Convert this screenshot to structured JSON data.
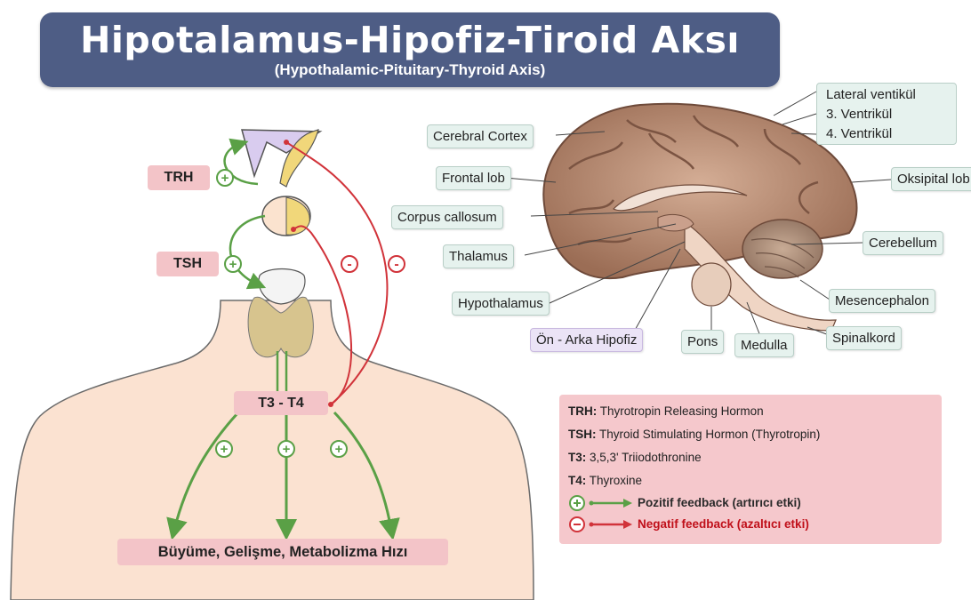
{
  "title": {
    "main": "Hipotalamus-Hipofiz-Tiroid Aksı",
    "sub": "(Hypothalamic-Pituitary-Thyroid Axis)"
  },
  "axis": {
    "trh": "TRH",
    "tsh": "TSH",
    "t3t4": "T3 - T4",
    "outcome": "Büyüme, Gelişme, Metabolizma Hızı",
    "plus_sign": "+",
    "minus_sign": "-"
  },
  "brain_labels": {
    "lateral_ventricle": "Lateral ventikül",
    "third_ventricle": "3. Ventrikül",
    "fourth_ventricle": "4. Ventrikül",
    "cerebral_cortex": "Cerebral Cortex",
    "frontal_lobe": "Frontal lob",
    "occipital_lobe": "Oksipital lob",
    "corpus_callosum": "Corpus callosum",
    "thalamus": "Thalamus",
    "cerebellum": "Cerebellum",
    "hypothalamus": "Hypothalamus",
    "mesencephalon": "Mesencephalon",
    "pituitary": "Ön - Arka Hipofiz",
    "pons": "Pons",
    "medulla": "Medulla",
    "spinal_cord": "Spinalkord"
  },
  "legend": {
    "trh_key": "TRH:",
    "trh_text": "Thyrotropin Releasing Hormon",
    "tsh_key": "TSH:",
    "tsh_text": "Thyroid Stimulating Hormon (Thyrotropin)",
    "t3_key": "T3:",
    "t3_text": "3,5,3' Triiodothronine",
    "t4_key": "T4:",
    "t4_text": "Thyroxine",
    "positive": "Pozitif feedback (artırıcı etki)",
    "negative": "Negatif feedback (azaltıcı etki)"
  },
  "colors": {
    "title_bg": "#4e5d85",
    "positive": "#5aa046",
    "negative": "#d1333a",
    "label_bg": "#e6f2ee",
    "pink_box": "#f3c4c8",
    "brain": "#b58a72"
  }
}
